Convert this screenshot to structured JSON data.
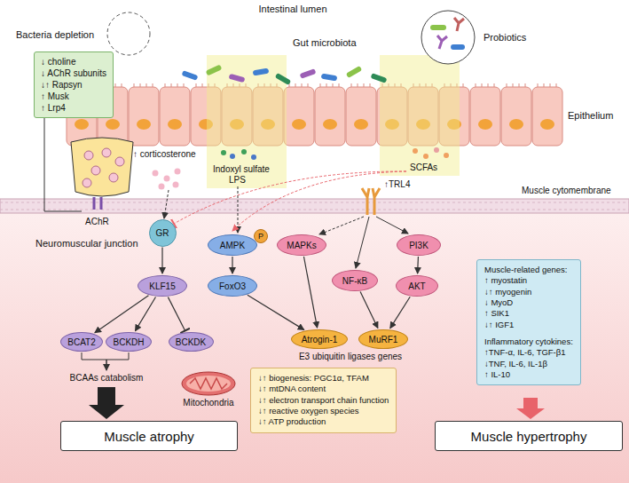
{
  "diagram": {
    "nodes": [
      {
        "text": [
          "↓ choline",
          "↓ AChR subunits",
          "↓↑ Rapsyn",
          "↑ Musk",
          "↑ Lrp4"
        ]
      },
      {
        "text": [
          "GR"
        ]
      },
      {
        "text": [
          "KLF15"
        ]
      },
      {
        "text": [
          "BCAT2"
        ]
      },
      {
        "text": [
          "BCKDH"
        ]
      },
      {
        "text": [
          "BCKDK"
        ]
      },
      {
        "text": [
          "AMPK"
        ]
      },
      {
        "text": [
          "P"
        ]
      },
      {
        "text": [
          "FoxO3"
        ]
      },
      {
        "text": [
          "MAPKs"
        ]
      },
      {
        "text": [
          "NF-κB"
        ]
      },
      {
        "text": [
          "PI3K"
        ]
      },
      {
        "text": [
          "AKT"
        ]
      },
      {
        "text": [
          "Atrogin-1"
        ]
      },
      {
        "text": [
          "MuRF1"
        ]
      },
      {
        "text": [
          "↓↑ biogenesis: PGC1α, TFAM",
          "↓↑ mtDNA content",
          "↓↑ electron transport chain function",
          "↓↑ reactive oxygen species",
          "↓↑ ATP production"
        ]
      },
      {
        "text": [
          "Muscle-related genes:",
          "↑ myostatin",
          "↓↑ myogenin",
          "↓ MyoD",
          "↑ SIK1",
          "↓↑ IGF1",
          "Inflammatory cytokines:",
          "↑TNF-α, IL-6, TGF-β1",
          "↓TNF, IL-6, IL-1β",
          "↑ IL-10"
        ]
      },
      {
        "text": [
          "Muscle atrophy"
        ]
      },
      {
        "text": [
          "Muscle hypertrophy"
        ]
      }
    ],
    "edges": [
      {
        "from": 1,
        "to": 2,
        "arrow": "to"
      },
      {
        "from": 2,
        "to": 3,
        "arrow": "to"
      },
      {
        "from": 2,
        "to": 4,
        "arrow": "to"
      },
      {
        "from": 2,
        "to": 5,
        "arrow": "to"
      },
      {
        "from": 6,
        "to": 8,
        "arrow": "to"
      },
      {
        "from": 8,
        "to": 13,
        "arrow": "to"
      },
      {
        "from": 9,
        "to": 13,
        "arrow": "to"
      },
      {
        "from": 10,
        "to": 14,
        "arrow": "to"
      },
      {
        "from": 11,
        "to": 12,
        "arrow": "to"
      },
      {
        "from": 12,
        "to": 14,
        "arrow": "to"
      }
    ],
    "labels": [
      "Intestinal lumen",
      "Bacteria depletion",
      "Gut microbiota",
      "Probiotics",
      "Epithelium",
      "Indoxyl sulfate",
      "LPS",
      "SCFAs",
      "↑ corticosterone",
      "AChR",
      "Neuromuscular junction",
      "Muscle cytomembrane",
      "↑TRL4",
      "BCAAs catabolism",
      "E3 ubiquitin ligases genes",
      "Mitochondria"
    ]
  }
}
